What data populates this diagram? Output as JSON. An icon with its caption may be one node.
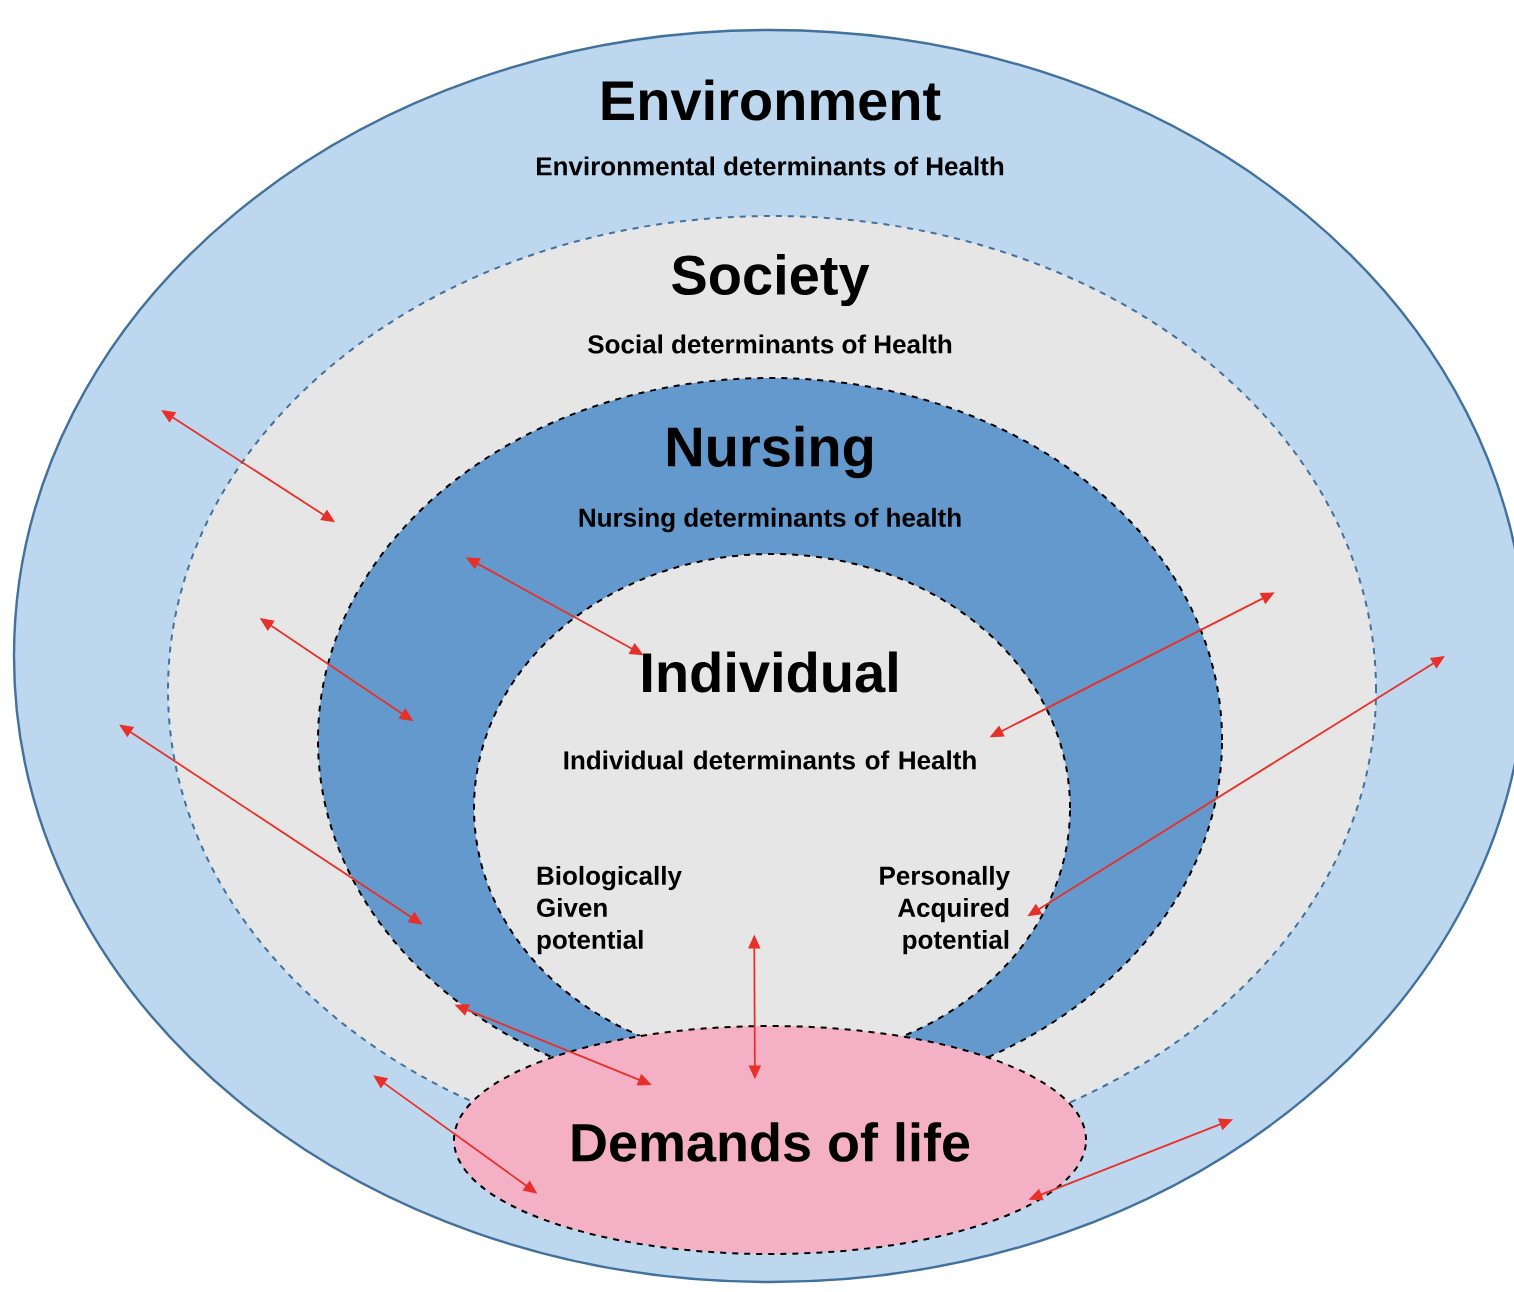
{
  "diagram": {
    "nodes": [
      {
        "text": [
          "Environment",
          "Environmental determinants of Health"
        ]
      },
      {
        "text": [
          "Society",
          "Social determinants of Health"
        ],
        "in": 0
      },
      {
        "text": [
          "Nursing",
          "Nursing determinants of health"
        ],
        "in": 1
      },
      {
        "text": [
          "Individual",
          "Individual determinants of Health",
          "Biologically Given potential",
          "Personally Acquired potential"
        ],
        "in": 2
      },
      {
        "text": [
          "Demands of life"
        ],
        "in": 0
      }
    ],
    "edges": [
      {
        "from": 0,
        "to": 1,
        "arrow": "both"
      },
      {
        "from": 1,
        "to": 2,
        "arrow": "both"
      },
      {
        "from": 0,
        "to": 2,
        "arrow": "both"
      },
      {
        "from": 2,
        "to": 3,
        "arrow": "both"
      },
      {
        "from": 1,
        "to": 3,
        "arrow": "both"
      },
      {
        "from": 0,
        "to": 3,
        "arrow": "both"
      },
      {
        "from": 3,
        "to": 4,
        "arrow": "both"
      },
      {
        "from": 2,
        "to": 4,
        "arrow": "both"
      },
      {
        "from": 1,
        "to": 4,
        "arrow": "both"
      },
      {
        "from": 0,
        "to": 4,
        "arrow": "both"
      }
    ]
  }
}
